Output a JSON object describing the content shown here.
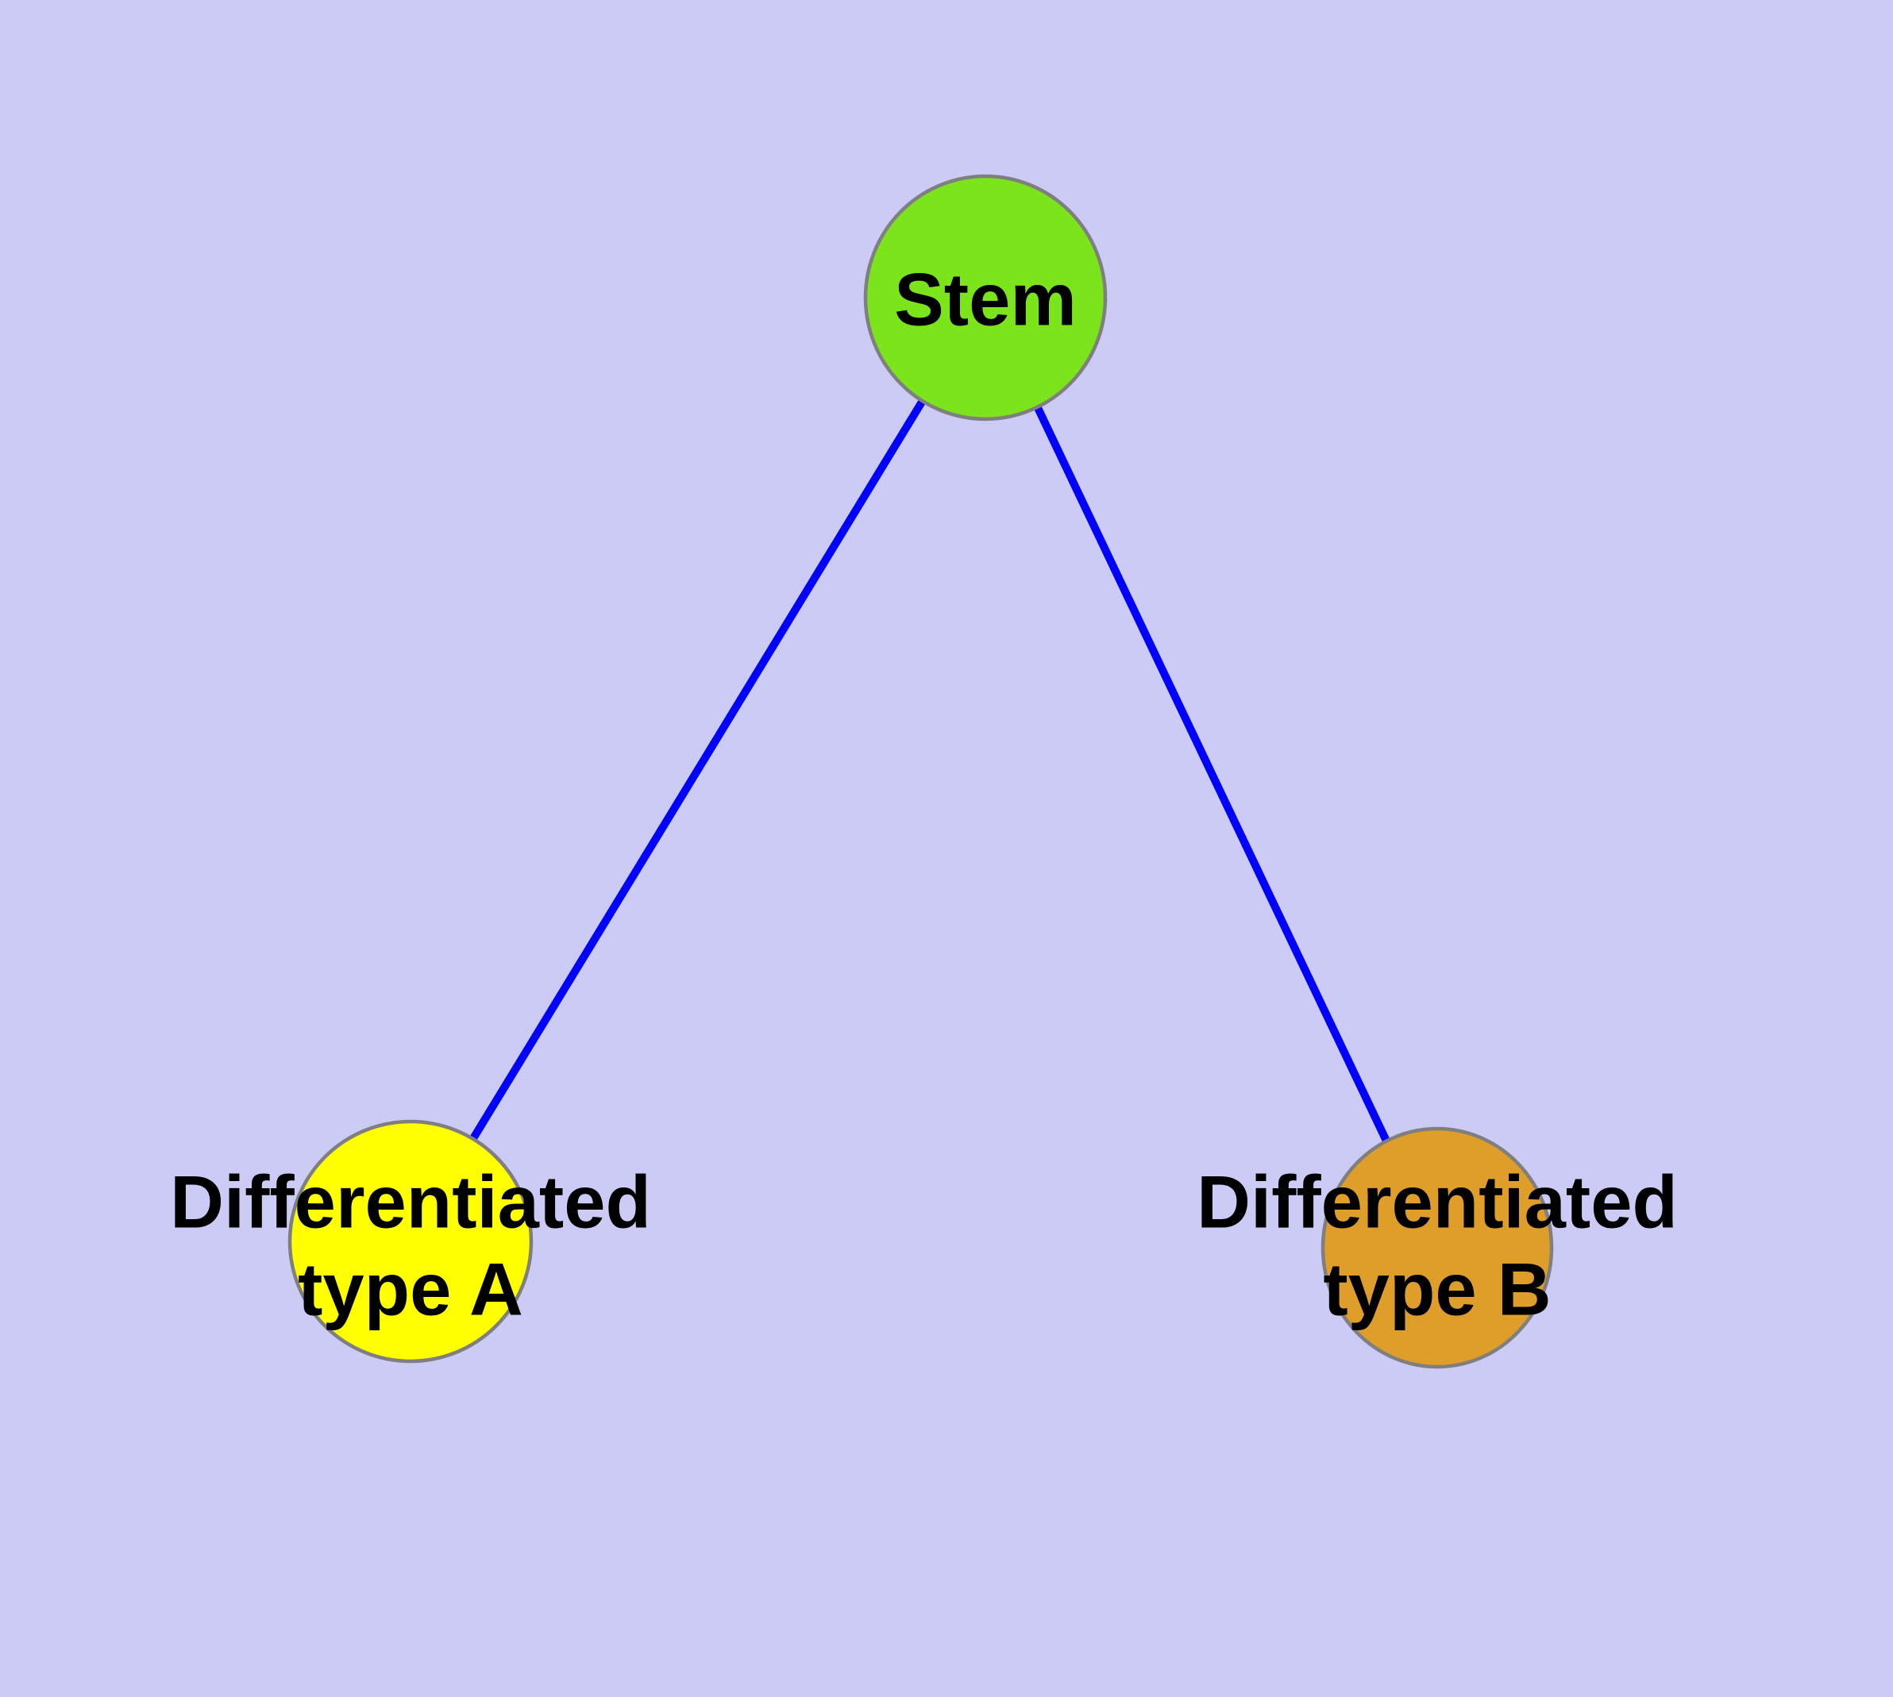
{
  "diagram": {
    "background_color": "#CBCBF6",
    "edge_color": "#0000FF",
    "node_border_color": "#7F7F7F",
    "text_color": "#000000",
    "nodes": {
      "stem": {
        "label": "Stem",
        "fill": "#7CE41A"
      },
      "type_a": {
        "label_line1": "Differentiated",
        "label_line2": "type A",
        "fill": "#FFFF00"
      },
      "type_b": {
        "label_line1": "Differentiated",
        "label_line2": "type B",
        "fill": "#DF9D29"
      }
    },
    "edges": [
      {
        "from": "Stem",
        "to": "Differentiated type A"
      },
      {
        "from": "Stem",
        "to": "Differentiated type B"
      }
    ]
  }
}
